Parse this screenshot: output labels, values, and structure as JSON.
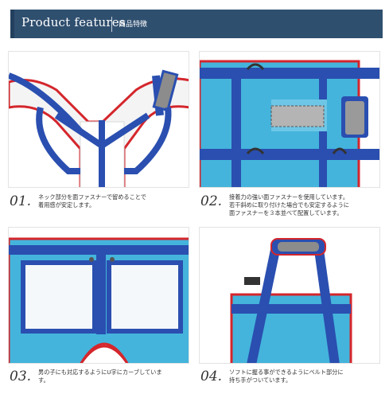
{
  "header": {
    "title": "Product features",
    "subtitle": "商品特徴"
  },
  "colors": {
    "header_bg": "#2f4f6f",
    "strap_blue": "#2a4fb0",
    "light_blue": "#44b4dc",
    "edge_red": "#d4262c",
    "white_pad": "#ffffff"
  },
  "features": [
    {
      "number": "01.",
      "lines": [
        "ネック部分を面ファスナーで留めることで",
        "着用感が安定します。"
      ]
    },
    {
      "number": "02.",
      "lines": [
        "接着力の強い面ファスナーを使用しています。",
        "若干斜めに取り付けた場合でも安定するように",
        "面ファスナーを３本並べて配置しています。"
      ]
    },
    {
      "number": "03.",
      "lines": [
        "男の子にも対応するようにU字にカーブしていま",
        "す。"
      ]
    },
    {
      "number": "04.",
      "lines": [
        "ソフトに握る事ができるようにベルト部分に",
        "持ち手がついています。"
      ]
    }
  ]
}
